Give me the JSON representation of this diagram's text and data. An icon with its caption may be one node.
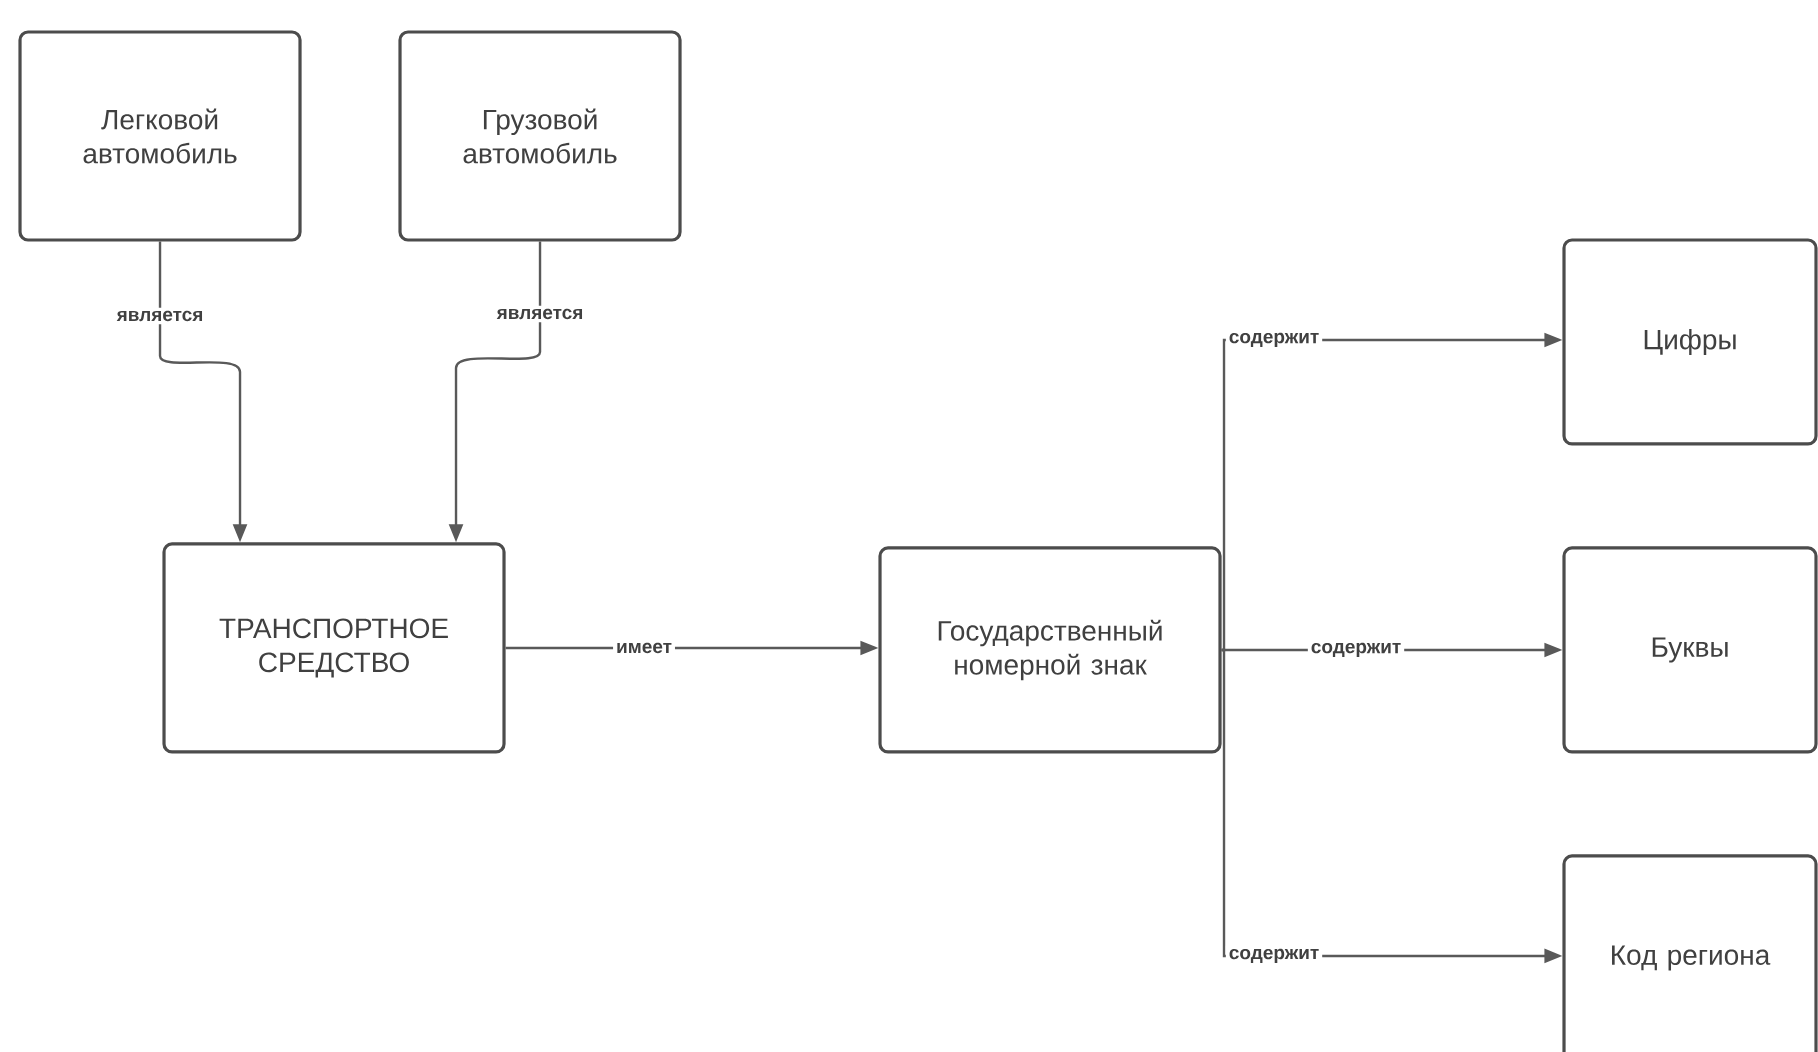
{
  "diagram": {
    "nodes": [
      {
        "text": [
          "Легковой автомобиль"
        ]
      },
      {
        "text": [
          "Грузовой автомобиль"
        ]
      },
      {
        "text": [
          "ТРАНСПОРТНОЕ СРЕДСТВО"
        ]
      },
      {
        "text": [
          "Государственный номерной знак"
        ]
      },
      {
        "text": [
          "Цифры"
        ]
      },
      {
        "text": [
          "Буквы"
        ]
      },
      {
        "text": [
          "Код региона"
        ]
      }
    ],
    "edges": [
      {
        "from": 0,
        "to": 2,
        "arrow": "to",
        "label": "является"
      },
      {
        "from": 1,
        "to": 2,
        "arrow": "to",
        "label": "является"
      },
      {
        "from": 2,
        "to": 3,
        "arrow": "to",
        "label": "имеет"
      },
      {
        "from": 3,
        "to": 4,
        "arrow": "to",
        "label": "содержит"
      },
      {
        "from": 3,
        "to": 5,
        "arrow": "to",
        "label": "содержит"
      },
      {
        "from": 3,
        "to": 6,
        "arrow": "to",
        "label": "содержит"
      }
    ]
  }
}
